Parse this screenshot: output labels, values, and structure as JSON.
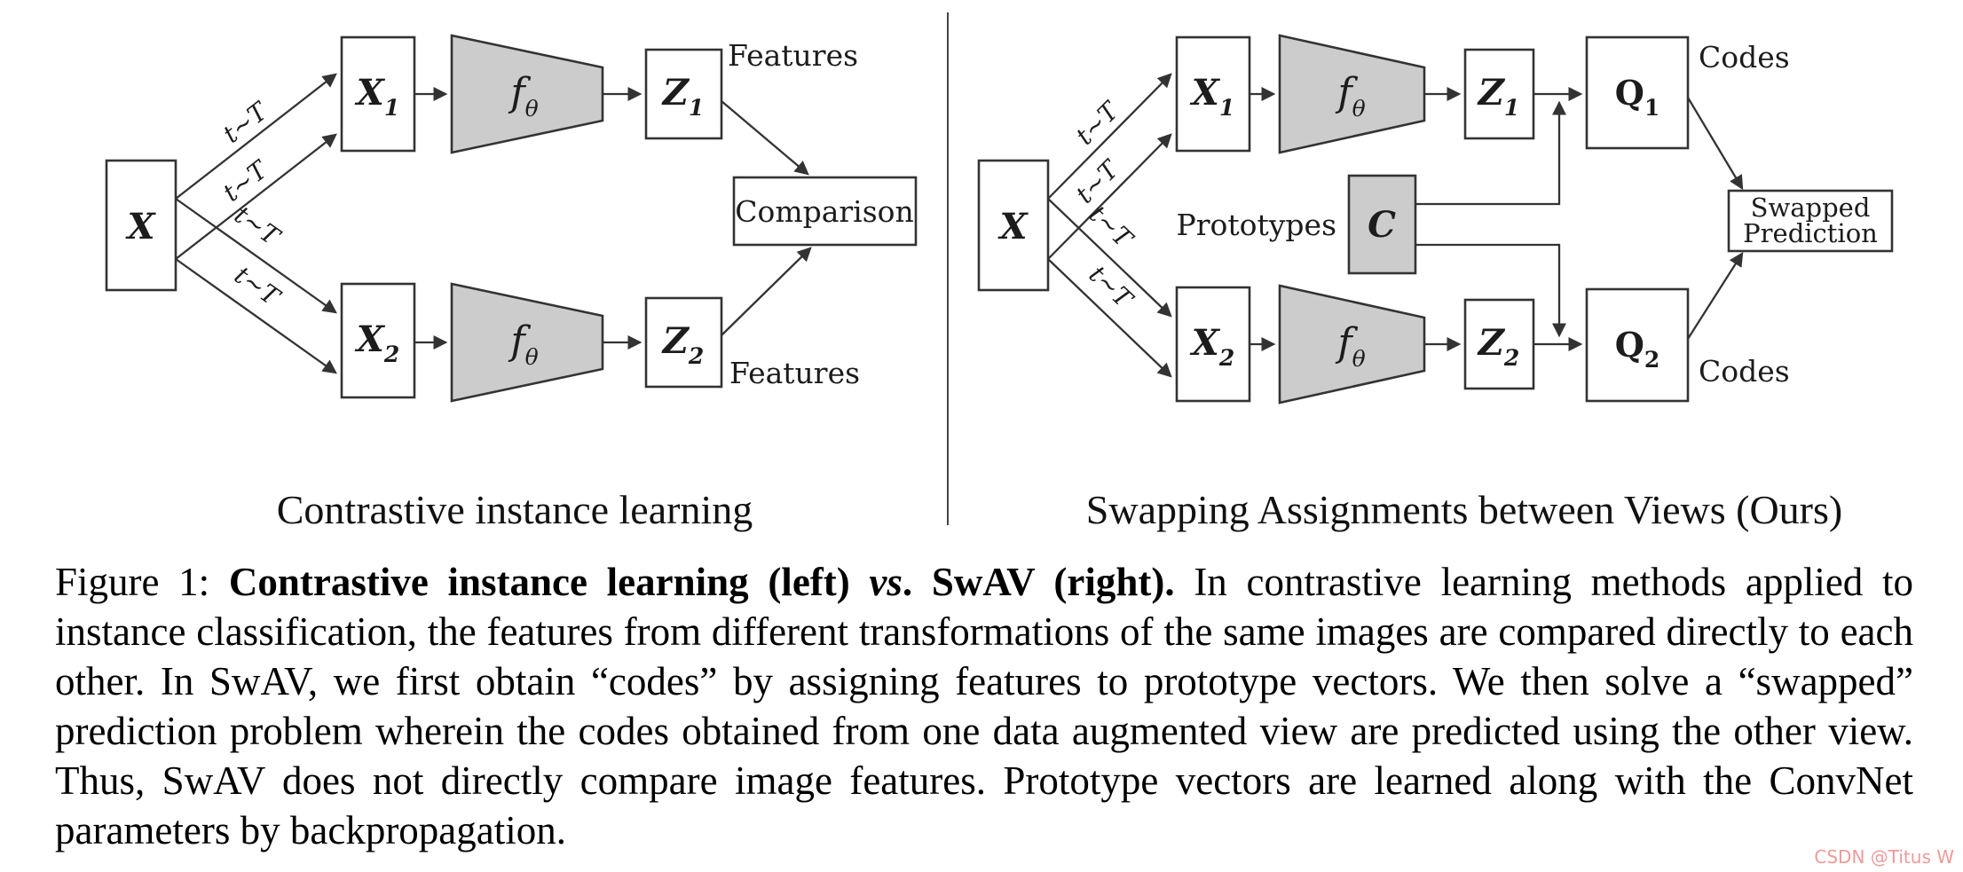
{
  "colors": {
    "shape_fill": "#cccccc",
    "stroke": "#333333",
    "watermark": "#ef9a9a"
  },
  "left": {
    "title": "Contrastive instance learning",
    "x": "X",
    "x1": {
      "b": "X",
      "s": "1"
    },
    "x2": {
      "b": "X",
      "s": "2"
    },
    "f": {
      "b": "f",
      "s": "θ"
    },
    "z1": {
      "b": "Z",
      "s": "1"
    },
    "z2": {
      "b": "Z",
      "s": "2"
    },
    "t": "t~T",
    "features_top": "Features",
    "features_bottom": "Features",
    "comparison": "Comparison"
  },
  "right": {
    "title": "Swapping Assignments between Views (Ours)",
    "x": "X",
    "x1": {
      "b": "X",
      "s": "1"
    },
    "x2": {
      "b": "X",
      "s": "2"
    },
    "f": {
      "b": "f",
      "s": "θ"
    },
    "z1": {
      "b": "Z",
      "s": "1"
    },
    "z2": {
      "b": "Z",
      "s": "2"
    },
    "q1": {
      "b": "Q",
      "s": "1"
    },
    "q2": {
      "b": "Q",
      "s": "2"
    },
    "c": "C",
    "t": "t~T",
    "prototypes": "Prototypes",
    "codes_top": "Codes",
    "codes_bottom": "Codes",
    "swapped": {
      "line1": "Swapped",
      "line2": "Prediction"
    }
  },
  "caption": {
    "prefix": "Figure 1: ",
    "bold_a": "Contrastive instance learning (left) ",
    "bold_vs": "vs",
    "bold_b": ". SwAV (right).",
    "body": " In contrastive learning methods applied to instance classification, the features from different transformations of the same images are compared directly to each other. In SwAV, we first obtain “codes” by assigning features to prototype vectors. We then solve a “swapped” prediction problem wherein the codes obtained from one data augmented view are predicted using the other view. Thus, SwAV does not directly compare image features. Prototype vectors are learned along with the ConvNet parameters by backpropagation.",
    "watermark": "CSDN @Titus W"
  }
}
